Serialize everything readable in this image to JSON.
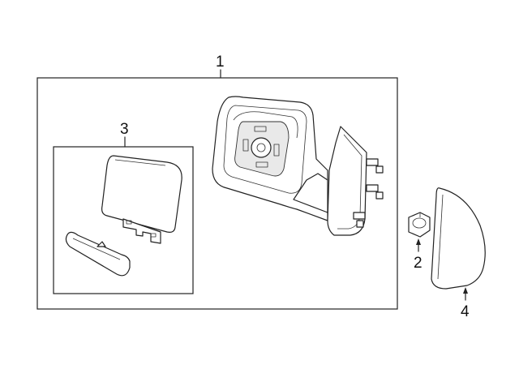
{
  "diagram": {
    "callouts": {
      "c1": "1",
      "c2": "2",
      "c3": "3",
      "c4": "4"
    },
    "parts": [
      {
        "name": "mirror-assembly"
      },
      {
        "name": "nut"
      },
      {
        "name": "mirror-glass"
      },
      {
        "name": "cover"
      }
    ]
  }
}
